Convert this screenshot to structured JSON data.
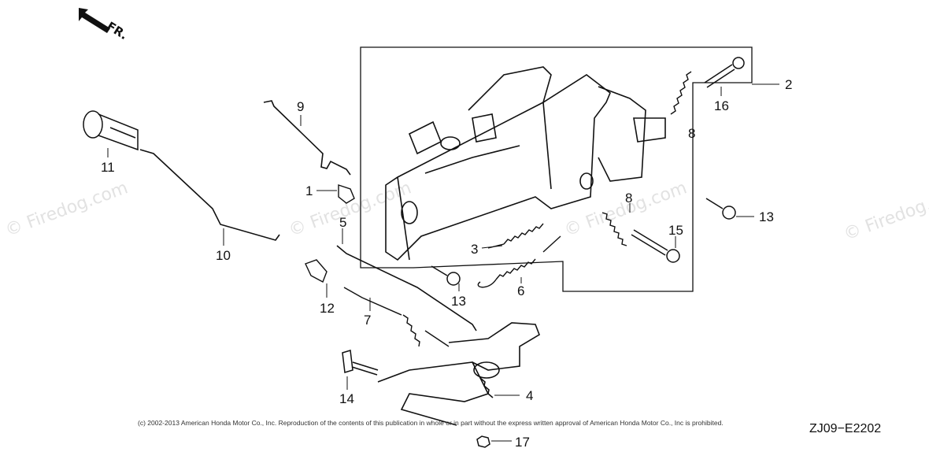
{
  "watermark": "© Firedog.com",
  "direction_label": "FR.",
  "diagram_code": "ZJ09−E2202",
  "copyright": "(c) 2002-2013 American Honda Motor Co., Inc. Reproduction of the contents of this publication in whole or in part without the express written approval of American Honda Motor Co., Inc is prohibited.",
  "callouts": [
    "1",
    "2",
    "3",
    "4",
    "5",
    "6",
    "7",
    "8",
    "8",
    "9",
    "10",
    "11",
    "12",
    "13",
    "13",
    "14",
    "15",
    "16",
    "17"
  ]
}
